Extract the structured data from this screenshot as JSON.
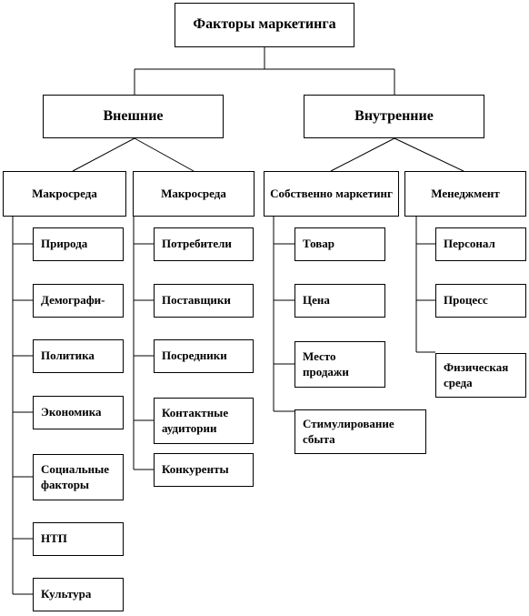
{
  "root": "Факторы маркетинга",
  "external": {
    "label": "Внешние",
    "macro": {
      "label": "Макросреда",
      "items": [
        "Природа",
        "Демографи-",
        "Политика",
        "Экономика",
        "Социальные факторы",
        "НТП",
        "Культура"
      ]
    },
    "micro": {
      "label": "Макросреда",
      "items": [
        "Потребители",
        "Поставщики",
        "Посредники",
        "Контактные аудитории",
        "Конкуренты"
      ]
    }
  },
  "internal": {
    "label": "Внутренние",
    "marketing": {
      "label": "Собственно маркетинг",
      "items": [
        "Товар",
        "Цена",
        "Место продажи",
        "Стимулирование сбыта"
      ]
    },
    "management": {
      "label": "Менеджмент",
      "items": [
        "Персонал",
        "Процесс",
        "Физическая среда"
      ]
    }
  }
}
